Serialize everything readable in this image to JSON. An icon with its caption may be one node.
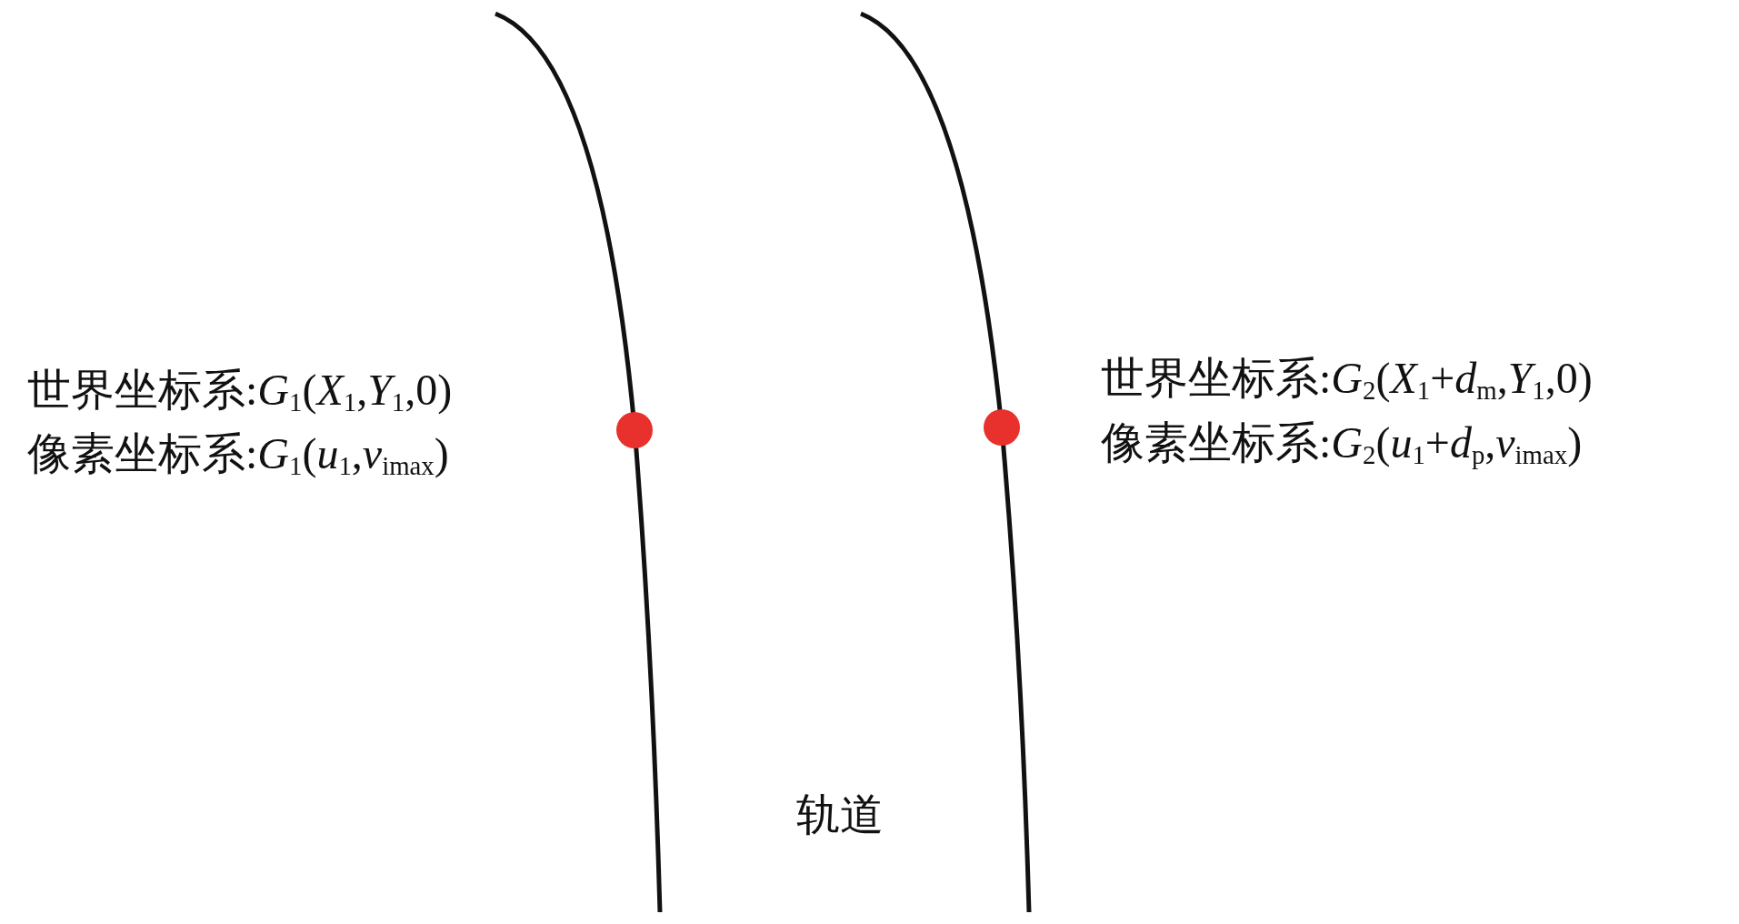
{
  "diagram": {
    "labels": [
      "世界坐标系:*G*$_{1}$(*X*$_{1}$,*Y*$_{1}$,0)",
      "像素坐标系:*G*$_{1}$(*u*$_{1}$,*v*$_{imax}$)",
      "世界坐标系:*G*$_{2}$(*X*$_{1}$+*d*$_{m}$,*Y*$_{1}$,0)",
      "像素坐标系:*G*$_{2}$(*u*$_{1}$+*d*$_{p}$,*v*$_{imax}$)",
      "轨道"
    ]
  }
}
